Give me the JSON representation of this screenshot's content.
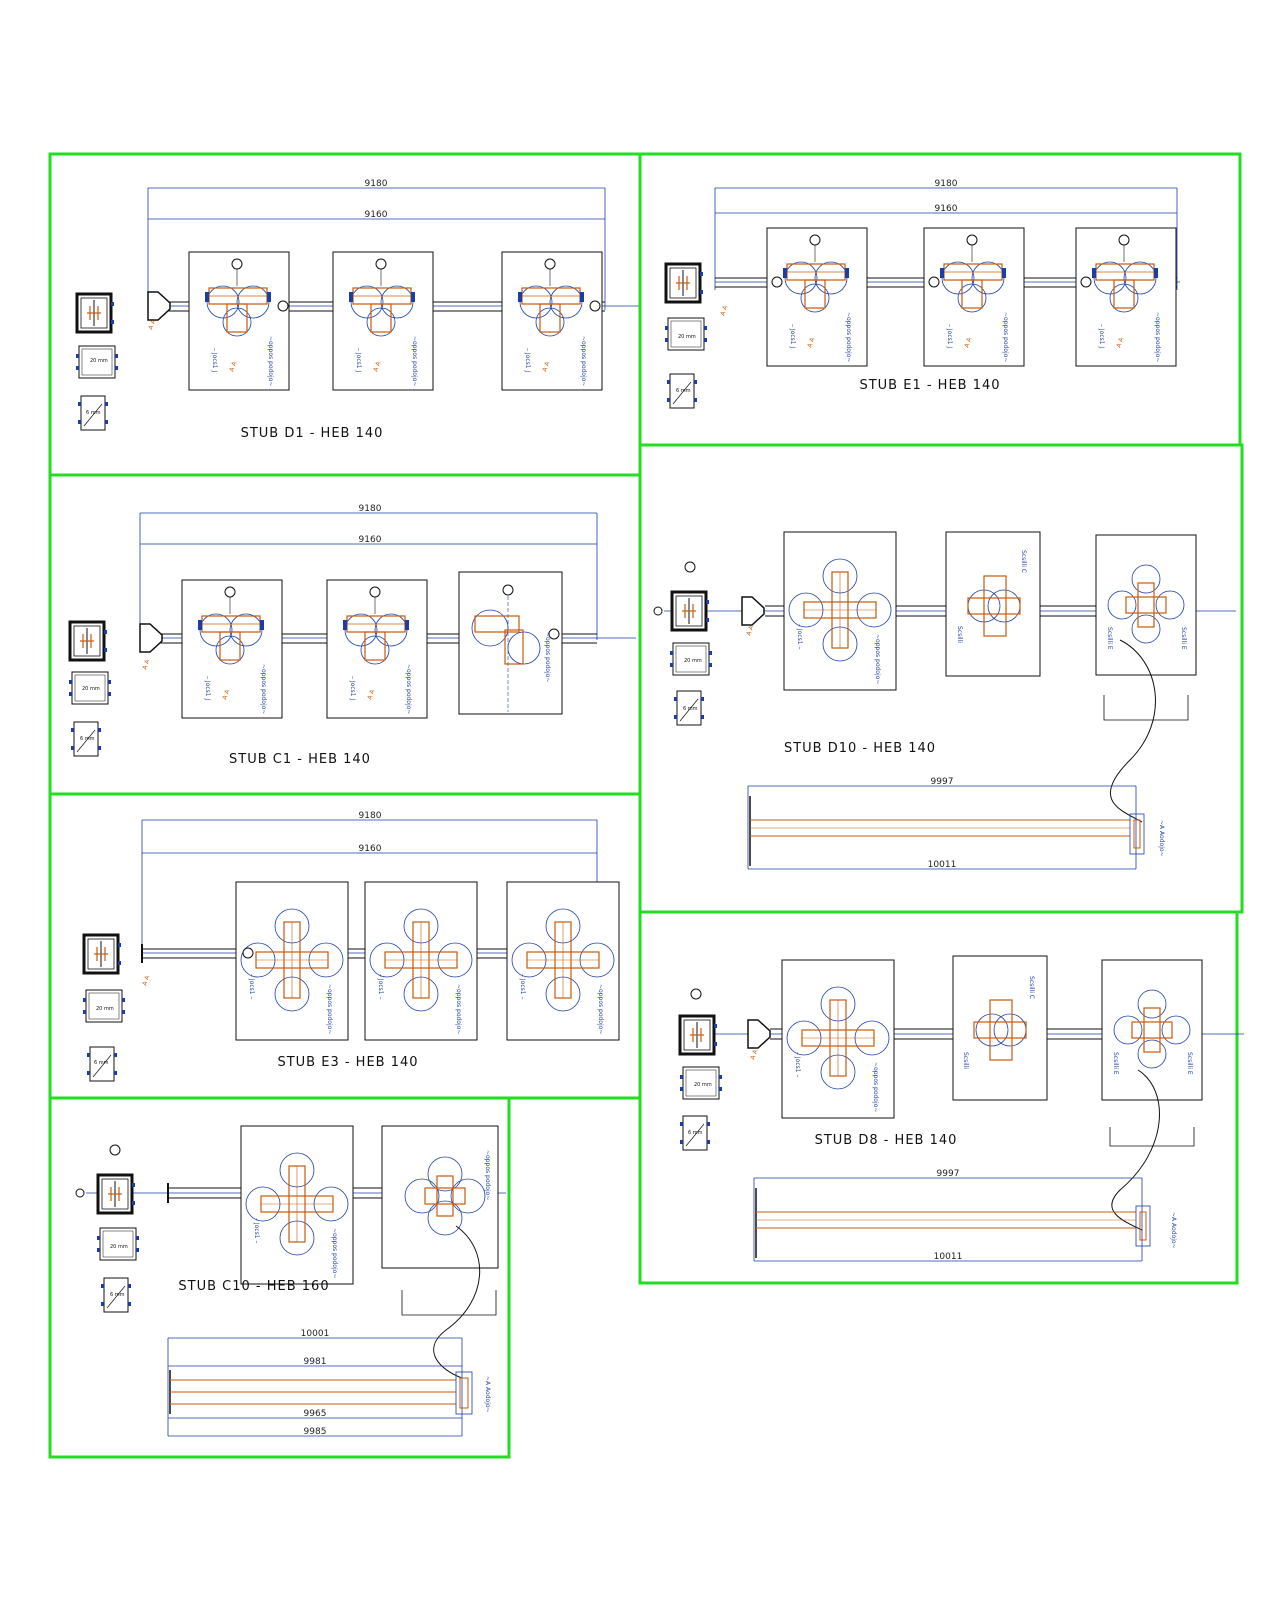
{
  "sheet": {
    "panels": [
      {
        "id": "stub-d1",
        "title": "STUB D1 - HEB 140",
        "dims": [
          "9180",
          "9160"
        ],
        "plate_label": "20 mm",
        "plate2_label": "6 mm",
        "notes": [
          "– Jocs1 J",
          "Jocs1 –",
          "~oppos podojo~"
        ]
      },
      {
        "id": "stub-e1",
        "title": "STUB E1 - HEB 140",
        "dims": [
          "9180",
          "9160"
        ],
        "plate_label": "20 mm",
        "plate2_label": "6 mm",
        "notes": [
          "– Jocs1 –",
          "Jocs1 –",
          "~oppos podojo~"
        ]
      },
      {
        "id": "stub-c1",
        "title": "STUB C1 - HEB 140",
        "dims": [
          "9180",
          "9160"
        ],
        "plate_label": "20 mm",
        "plate2_label": "6 mm",
        "notes": [
          "– Jocs1 J",
          "Jocs1 –",
          "~oppos podojo~"
        ]
      },
      {
        "id": "stub-d10",
        "title": "STUB D10 - HEB 140",
        "dims": [
          "9997",
          "10011"
        ],
        "plate_label": "20 mm",
        "plate2_label": "6 mm",
        "notes": [
          "Scsilli",
          "Scsilli C",
          "~oppos podojo~",
          "Scsilli E",
          "~A Aodojo~"
        ]
      },
      {
        "id": "stub-e3",
        "title": "STUB E3 - HEB 140",
        "dims": [
          "9180",
          "9160"
        ],
        "plate_label": "20 mm",
        "plate2_label": "6 mm",
        "notes": [
          "– Jocs1 –",
          "Jocs1 J",
          "~oppos podojo~"
        ]
      },
      {
        "id": "stub-d8",
        "title": "STUB D8 - HEB 140",
        "dims": [
          "9997",
          "10011"
        ],
        "plate_label": "20 mm",
        "plate2_label": "6 mm",
        "notes": [
          "Scsilli",
          "Scsilli C",
          "~oppos podojo~",
          "Scsilli E",
          "~A Aodojo~"
        ]
      },
      {
        "id": "stub-c10",
        "title": "STUB C10 - HEB 160",
        "dims": [
          "10001",
          "9981",
          "9965",
          "9985"
        ],
        "plate_label": "20 mm",
        "plate2_label": "6 mm",
        "notes": [
          "– Jocs1 –",
          "~oppos podojo~",
          "Jocs1 –",
          "~A Aodojo~"
        ]
      }
    ]
  },
  "colors": {
    "frame": "#22dd22",
    "line": "#1a3da8",
    "accent": "#c85b0c",
    "ink": "#111111"
  }
}
